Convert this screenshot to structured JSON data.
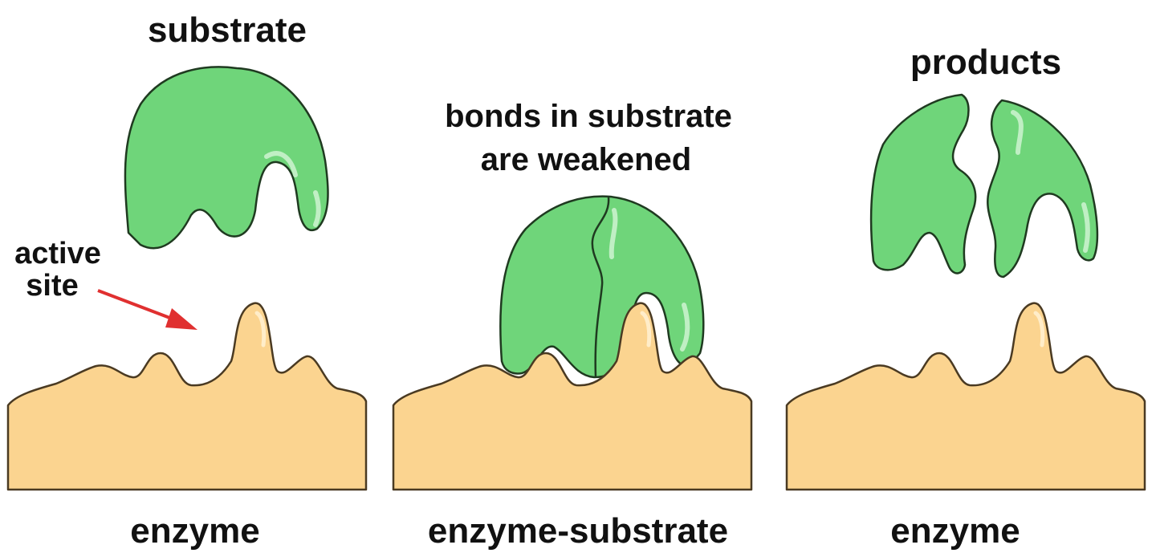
{
  "labels": {
    "substrate": "substrate",
    "active_site_line1": "active",
    "active_site_line2": "site",
    "enzyme_left": "enzyme",
    "bonds_line1": "bonds in substrate",
    "bonds_line2": "are weakened",
    "enzyme_substrate": "enzyme-substrate",
    "products": "products",
    "enzyme_right": "enzyme"
  },
  "colors": {
    "substrate_fill": "#6fd57a",
    "enzyme_fill": "#fbd490",
    "arrow": "#e03030"
  }
}
